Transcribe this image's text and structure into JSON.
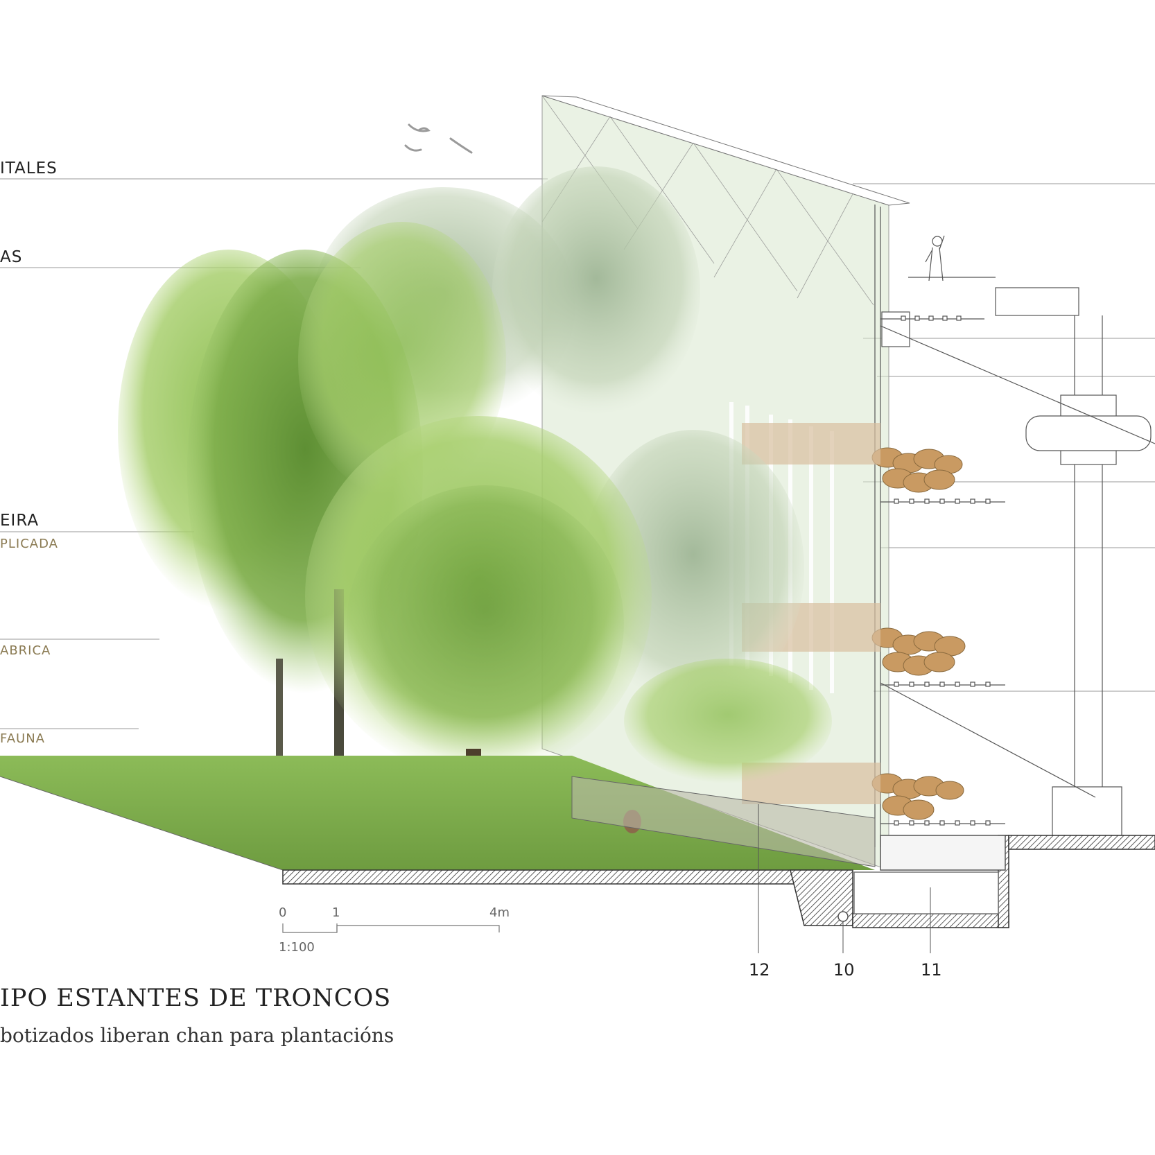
{
  "labels": {
    "l1": "ITALES",
    "l2": "AS",
    "l3": "EIRA",
    "l3_sub": "PLICADA",
    "l4_sub": "ABRICA",
    "l5_sub": "FAUNA"
  },
  "scale": {
    "tick_0": "0",
    "tick_1": "1",
    "tick_4": "4m",
    "ratio": "1:100"
  },
  "callouts": {
    "c12": "12",
    "c10": "10",
    "c11": "11"
  },
  "title": "IPO ESTANTES DE TRONCOS",
  "subtitle": "botizados liberan chan para plantacións",
  "colors": {
    "grass": "#7aa84a",
    "foliage_dark": "#4f7d2c",
    "foliage_light": "#9cc46a",
    "log": "#c99a62",
    "label_accent": "#8a7a52"
  }
}
